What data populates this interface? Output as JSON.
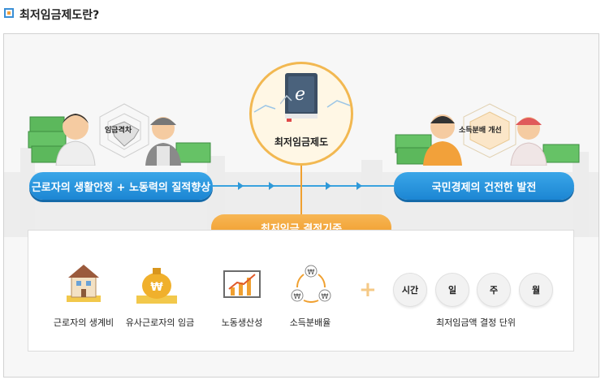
{
  "header": {
    "title": "최저임금제도란?"
  },
  "diagram": {
    "left_radar_label": "임금격차",
    "right_radar_label": "소득분배 개선",
    "center_label": "최저임금제도",
    "center_book_letter": "e",
    "left_goal": "근로자의 생활안정 + 노동력의 질적향상",
    "right_goal": "국민경제의 건전한 발전",
    "criteria_title": "최저임금 결정기준",
    "criteria": [
      {
        "label": "근로자의 생계비",
        "icon": "house-icon"
      },
      {
        "label": "유사근로자의 임금",
        "icon": "money-bag-icon"
      },
      {
        "label": "노동생산성",
        "icon": "growth-chart-icon"
      },
      {
        "label": "소득분배율",
        "icon": "won-cycle-icon"
      }
    ],
    "plus_symbol": "+",
    "units": [
      "시간",
      "일",
      "주",
      "월"
    ],
    "units_caption": "최저임금액 결정 단위",
    "won_symbol": "₩"
  },
  "colors": {
    "blue": "#2a95dc",
    "orange": "#f0a030",
    "money_green": "#4caf50"
  }
}
